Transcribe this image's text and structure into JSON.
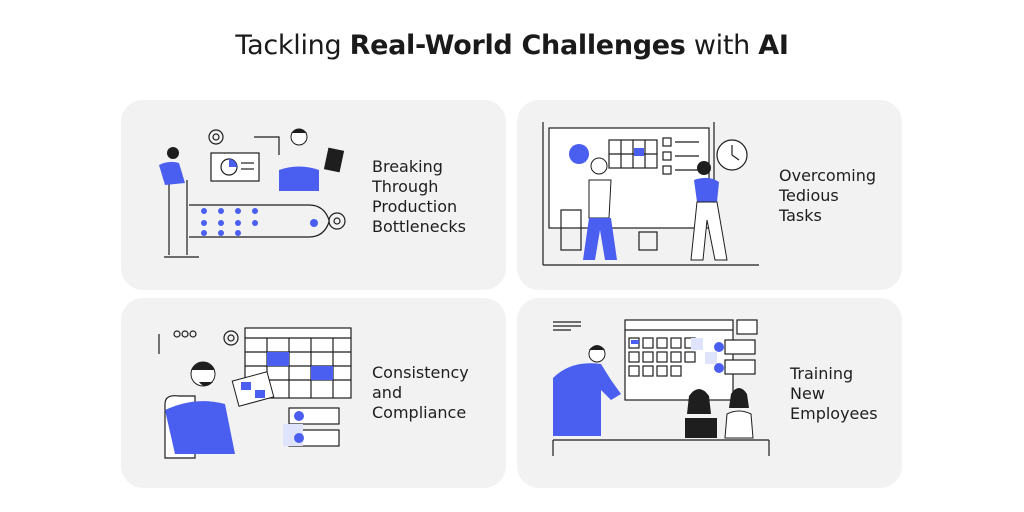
{
  "title": {
    "part1": "Tackling ",
    "part2": "Real-World Challenges",
    "part3": " with ",
    "part4": "AI"
  },
  "cards": [
    {
      "lines": [
        "Breaking",
        "Through",
        "Production",
        "Bottlenecks"
      ],
      "icon": "production-illustration"
    },
    {
      "lines": [
        "Overcoming",
        "Tedious",
        "Tasks"
      ],
      "icon": "tasks-illustration"
    },
    {
      "lines": [
        "Consistency",
        "and",
        "Compliance"
      ],
      "icon": "compliance-illustration"
    },
    {
      "lines": [
        "Training",
        "New",
        "Employees"
      ],
      "icon": "training-illustration"
    }
  ],
  "colors": {
    "accent": "#4a5ff0",
    "card": "#f2f2f2",
    "ink": "#1e1e1e"
  }
}
